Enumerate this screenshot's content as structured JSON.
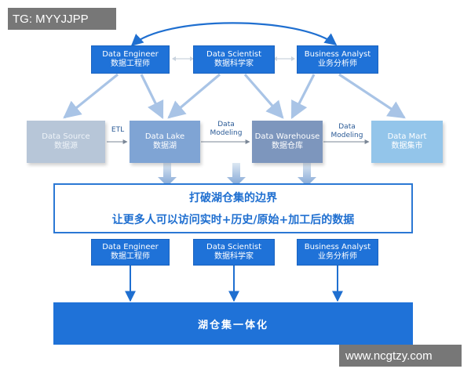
{
  "watermarks": {
    "top_left": "TG: MYYJJPP",
    "bottom_right": "www.ncgtzy.com"
  },
  "roles_top": [
    {
      "en": "Data Engineer",
      "zh": "数据工程师"
    },
    {
      "en": "Data Scientist",
      "zh": "数据科学家"
    },
    {
      "en": "Business Analyst",
      "zh": "业务分析师"
    }
  ],
  "stores": {
    "source": {
      "en": "Data Source",
      "zh": "数据源"
    },
    "lake": {
      "en": "Data Lake",
      "zh": "数据湖"
    },
    "warehouse": {
      "en": "Data Warehouse",
      "zh": "数据仓库"
    },
    "mart": {
      "en": "Data Mart",
      "zh": "数据集市"
    }
  },
  "edge_labels": {
    "etl": "ETL",
    "modeling_1": {
      "line1": "Data",
      "line2": "Modeling"
    },
    "modeling_2": {
      "line1": "Data",
      "line2": "Modeling"
    }
  },
  "banner": {
    "line1": "打破湖仓集的边界",
    "line2": "让更多人可以访问实时+历史/原始+加工后的数据"
  },
  "roles_bottom": [
    {
      "en": "Data Engineer",
      "zh": "数据工程师"
    },
    {
      "en": "Data Scientist",
      "zh": "数据科学家"
    },
    {
      "en": "Business Analyst",
      "zh": "业务分析师"
    }
  ],
  "bottom_bar": "湖仓集一体化",
  "colors": {
    "role_blue": "#1f72d8",
    "arrow_light": "#a9c4e6",
    "arrow_dark": "#1f6fd0",
    "watermark_bg": "#777777"
  }
}
